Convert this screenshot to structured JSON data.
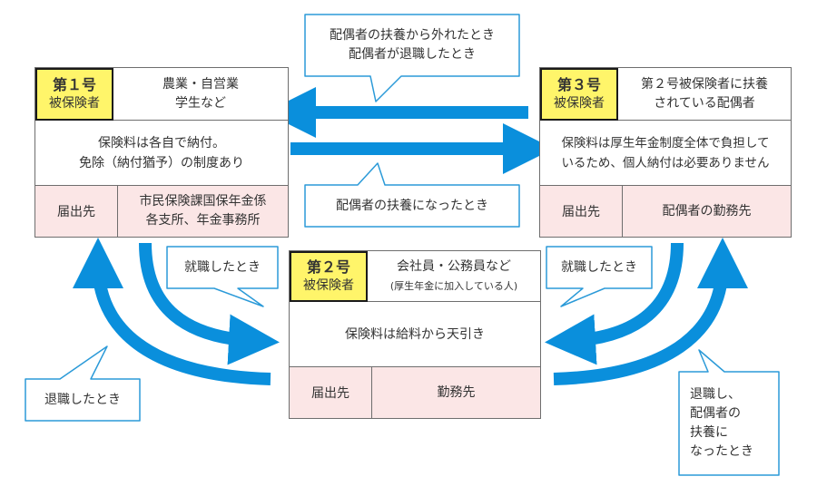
{
  "colors": {
    "arrow": "#0a8fdc",
    "badge": "#fff56a",
    "footer": "#fbe6e6",
    "callout_border": "#2b9ad8"
  },
  "card1": {
    "badge_num": "第１号",
    "badge_label": "被保険者",
    "category": [
      "農業・自営業",
      "学生など"
    ],
    "payment": [
      "保険料は各自で納付。",
      "免除（納付猶予）の制度あり"
    ],
    "submit_label": "届出先",
    "submit_value": [
      "市民保険課国保年金係",
      "各支所、年金事務所"
    ]
  },
  "card2": {
    "badge_num": "第２号",
    "badge_label": "被保険者",
    "category": "会社員・公務員など",
    "category_note": "(厚生年金に加入している人)",
    "payment": "保険料は給料から天引き",
    "submit_label": "届出先",
    "submit_value": "勤務先"
  },
  "card3": {
    "badge_num": "第３号",
    "badge_label": "被保険者",
    "category": [
      "第２号被保険者に扶養",
      "されている配偶者"
    ],
    "payment": [
      "保険料は厚生年金制度全体で負担して",
      "いるため、個人納付は必要ありません"
    ],
    "submit_label": "届出先",
    "submit_value": "配偶者の勤務先"
  },
  "callouts": {
    "top": [
      "配偶者の扶養から外れたとき",
      "配偶者が退職したとき"
    ],
    "middle": "配偶者の扶養になったとき",
    "left_employed": "就職したとき",
    "right_employed": "就職したとき",
    "left_retired": "退職したとき",
    "right_retired": [
      "退職し、",
      "配偶者の",
      "扶養に",
      "なったとき"
    ]
  }
}
